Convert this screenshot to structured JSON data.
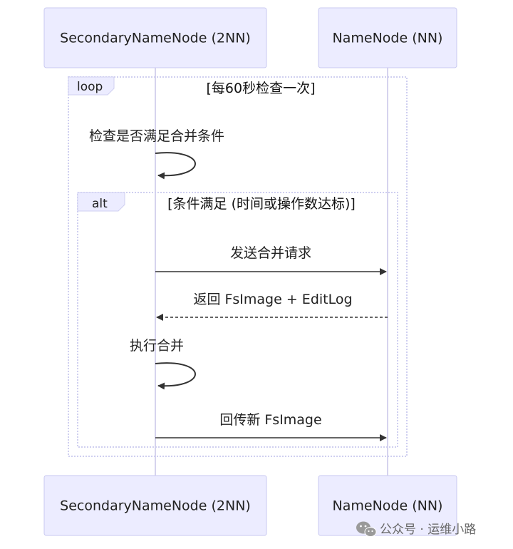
{
  "actors": {
    "left": "SecondaryNameNode (2NN)",
    "right": "NameNode (NN)"
  },
  "loop": {
    "label": "loop",
    "condition": "[每60秒检查一次]",
    "self_check": "检查是否满足合并条件"
  },
  "alt": {
    "label": "alt",
    "condition": "[条件满足 (时间或操作数达标)]"
  },
  "messages": {
    "send_request": "发送合并请求",
    "return_files": "返回 FsImage + EditLog",
    "do_merge": "执行合并",
    "send_back": "回传新 FsImage"
  },
  "watermark": "公众号 · 运维小路",
  "colors": {
    "actor_fill": "#ECECFF",
    "actor_border": "#C9C9F0",
    "frame_border": "#CFCFF0",
    "arrow": "#333333"
  },
  "icons": {
    "watermark": "wechat-icon"
  }
}
